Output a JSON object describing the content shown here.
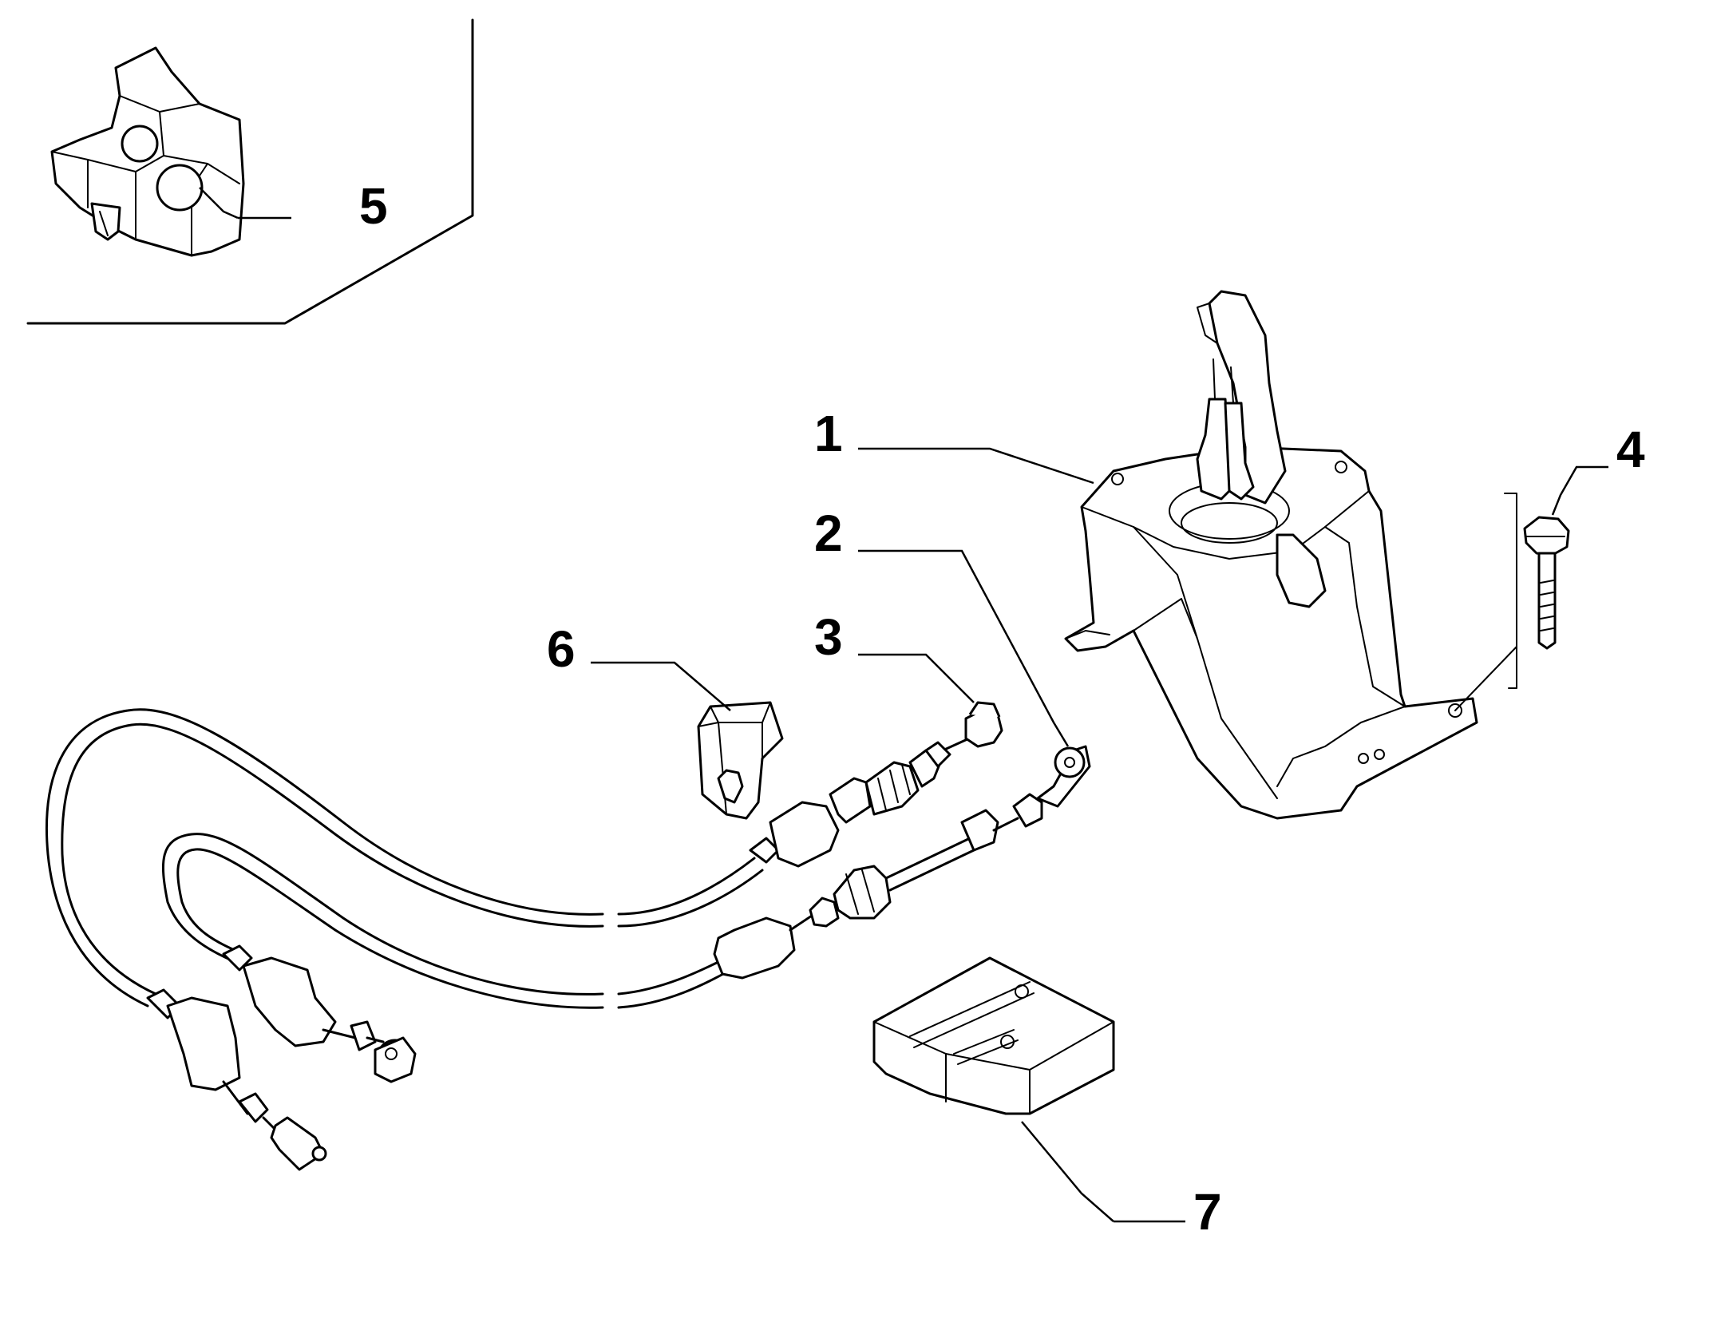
{
  "diagram": {
    "style": "monochrome exploded parts line drawing",
    "line_color": "#000000",
    "background": "#ffffff"
  },
  "callouts": [
    {
      "id": "1",
      "label": "1"
    },
    {
      "id": "2",
      "label": "2"
    },
    {
      "id": "3",
      "label": "3"
    },
    {
      "id": "4",
      "label": "4"
    },
    {
      "id": "5",
      "label": "5"
    },
    {
      "id": "6",
      "label": "6"
    },
    {
      "id": "7",
      "label": "7"
    }
  ]
}
